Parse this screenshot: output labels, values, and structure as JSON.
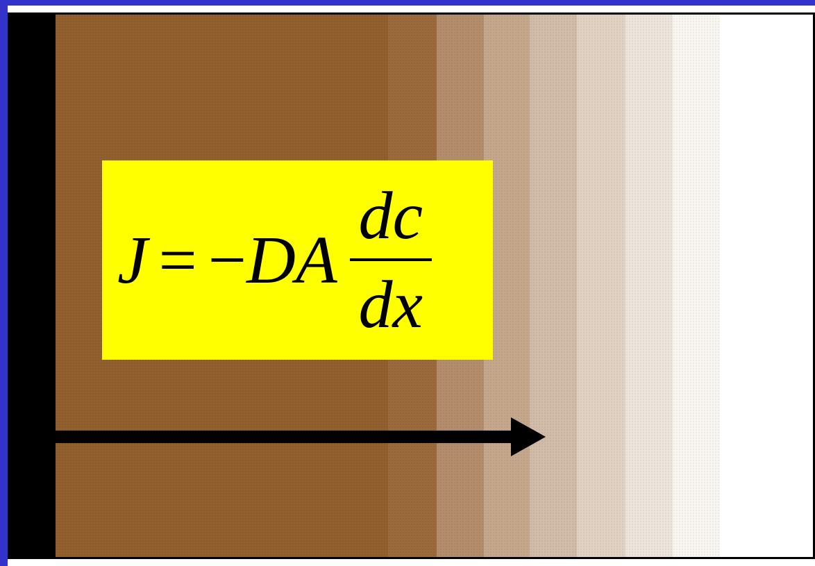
{
  "colors": {
    "frame": "#3333cc",
    "wall": "#000000",
    "solid": "#925f2e",
    "gradient_bands": [
      "#9b6a3d",
      "#b48d6c",
      "#c5a78c",
      "#d1bca9",
      "#e1d2c4",
      "#ede4dc",
      "#f9f6f2"
    ],
    "equation_background": "#ffff00",
    "arrow": "#000000"
  },
  "equation": {
    "flux": "J",
    "equals": "=",
    "minus": "−",
    "coefficients": "DA",
    "numerator": "dc",
    "denominator": "dx"
  },
  "icons": [
    "diffusion-direction-arrow-icon"
  ]
}
